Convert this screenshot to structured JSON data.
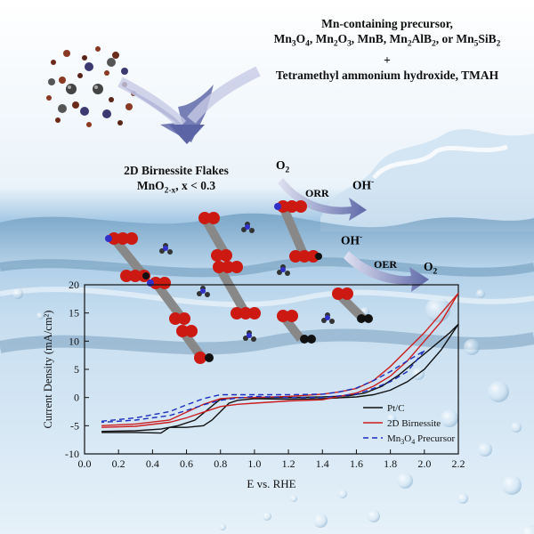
{
  "scheme": {
    "precursor_title": "Mn-containing precursor,",
    "precursor_list": "Mn3O4, Mn2O3, MnB, Mn2AlB2, or Mn5SiB2",
    "plus": "+",
    "reagent": "Tetramethyl ammonium hydroxide, TMAH",
    "product_title": "2D Birnessite Flakes",
    "product_formula": "MnO2-x, x < 0.3",
    "orr_reactant": "O2",
    "orr_label": "ORR",
    "orr_product": "OH-",
    "oer_reactant": "OH-",
    "oer_label": "OER",
    "oer_product": "O2"
  },
  "chart_data": {
    "type": "line",
    "xlabel": "E vs. RHE",
    "ylabel": "Current Density (mA/cm²)",
    "xlim": [
      0.0,
      2.2
    ],
    "ylim": [
      -10,
      20
    ],
    "xticks": [
      "0.0",
      "0.2",
      "0.4",
      "0.6",
      "0.8",
      "1.0",
      "1.2",
      "1.4",
      "1.6",
      "1.8",
      "2.0",
      "2.2"
    ],
    "yticks": [
      "-10",
      "-5",
      "0",
      "5",
      "10",
      "15",
      "20"
    ],
    "grid": false,
    "legend_position": "bottom-right",
    "series": [
      {
        "name": "Pt/C",
        "color": "#111111",
        "dash": "solid",
        "loops": [
          [
            [
              0.1,
              -6.0
            ],
            [
              0.3,
              -5.9
            ],
            [
              0.45,
              -5.6
            ],
            [
              0.55,
              -5.0
            ],
            [
              0.65,
              -4.0
            ],
            [
              0.75,
              -1.5
            ],
            [
              0.8,
              -0.3
            ],
            [
              0.9,
              0.0
            ],
            [
              1.0,
              0.0
            ],
            [
              1.2,
              0.0
            ],
            [
              1.4,
              0.1
            ],
            [
              1.55,
              0.3
            ],
            [
              1.65,
              0.8
            ],
            [
              1.75,
              2.0
            ],
            [
              1.85,
              4.0
            ],
            [
              1.95,
              6.5
            ],
            [
              2.05,
              9.0
            ],
            [
              2.15,
              11.5
            ],
            [
              2.2,
              13.0
            ]
          ],
          [
            [
              2.2,
              13.0
            ],
            [
              2.1,
              8.5
            ],
            [
              2.0,
              5.0
            ],
            [
              1.9,
              2.8
            ],
            [
              1.8,
              1.3
            ],
            [
              1.7,
              0.5
            ],
            [
              1.6,
              0.1
            ],
            [
              1.4,
              -0.2
            ],
            [
              1.2,
              -0.3
            ],
            [
              1.0,
              -0.2
            ],
            [
              0.9,
              -0.5
            ],
            [
              0.85,
              -1.0
            ],
            [
              0.8,
              -2.5
            ],
            [
              0.75,
              -4.0
            ],
            [
              0.7,
              -5.0
            ],
            [
              0.6,
              -5.3
            ],
            [
              0.5,
              -5.3
            ],
            [
              0.45,
              -6.3
            ],
            [
              0.3,
              -6.2
            ],
            [
              0.1,
              -6.2
            ]
          ]
        ]
      },
      {
        "name": "2D Birnessite",
        "color": "#cc1f1f",
        "dash": "solid",
        "loops": [
          [
            [
              0.1,
              -5.0
            ],
            [
              0.3,
              -4.7
            ],
            [
              0.5,
              -4.0
            ],
            [
              0.6,
              -2.6
            ],
            [
              0.7,
              -1.2
            ],
            [
              0.8,
              -0.2
            ],
            [
              0.9,
              0.0
            ],
            [
              1.0,
              0.0
            ],
            [
              1.2,
              0.2
            ],
            [
              1.4,
              0.6
            ],
            [
              1.5,
              1.0
            ],
            [
              1.6,
              1.6
            ],
            [
              1.7,
              3.0
            ],
            [
              1.8,
              5.5
            ],
            [
              1.9,
              8.5
            ],
            [
              2.0,
              11.5
            ],
            [
              2.1,
              15.0
            ],
            [
              2.2,
              18.5
            ]
          ],
          [
            [
              2.2,
              18.5
            ],
            [
              2.1,
              13.5
            ],
            [
              2.0,
              10.0
            ],
            [
              1.9,
              6.5
            ],
            [
              1.8,
              3.8
            ],
            [
              1.7,
              2.0
            ],
            [
              1.6,
              0.8
            ],
            [
              1.4,
              -0.4
            ],
            [
              1.2,
              -0.6
            ],
            [
              1.0,
              -1.0
            ],
            [
              0.9,
              -1.2
            ],
            [
              0.8,
              -1.6
            ],
            [
              0.7,
              -2.6
            ],
            [
              0.6,
              -3.6
            ],
            [
              0.5,
              -4.4
            ],
            [
              0.3,
              -5.1
            ],
            [
              0.1,
              -5.3
            ]
          ]
        ]
      },
      {
        "name": "Mn3O4 Precursor",
        "color": "#1a2ec0",
        "dash": "dashed",
        "loops": [
          [
            [
              0.1,
              -4.2
            ],
            [
              0.3,
              -3.6
            ],
            [
              0.5,
              -2.5
            ],
            [
              0.6,
              -1.3
            ],
            [
              0.7,
              -0.2
            ],
            [
              0.8,
              0.5
            ],
            [
              0.9,
              0.5
            ],
            [
              1.0,
              0.5
            ],
            [
              1.2,
              0.5
            ],
            [
              1.4,
              0.6
            ],
            [
              1.5,
              1.0
            ],
            [
              1.6,
              1.7
            ],
            [
              1.7,
              3.0
            ],
            [
              1.8,
              4.6
            ],
            [
              1.9,
              6.5
            ],
            [
              2.0,
              8.3
            ]
          ],
          [
            [
              2.0,
              8.3
            ],
            [
              1.9,
              4.6
            ],
            [
              1.8,
              2.8
            ],
            [
              1.7,
              1.6
            ],
            [
              1.6,
              0.6
            ],
            [
              1.4,
              0.0
            ],
            [
              1.2,
              0.0
            ],
            [
              1.0,
              0.2
            ],
            [
              0.9,
              -0.1
            ],
            [
              0.8,
              -0.5
            ],
            [
              0.7,
              -1.3
            ],
            [
              0.6,
              -2.3
            ],
            [
              0.5,
              -3.2
            ],
            [
              0.3,
              -4.0
            ],
            [
              0.1,
              -4.4
            ]
          ]
        ]
      }
    ]
  },
  "colors": {
    "water_light": "#dfeef8",
    "water_mid": "#a9cbe6",
    "water_dark": "#4f7ea3",
    "arrow": "#6b75b0",
    "oxygen": "#cc1a12",
    "manganese": "#1a1a1a",
    "nitrogen": "#3030c8"
  }
}
